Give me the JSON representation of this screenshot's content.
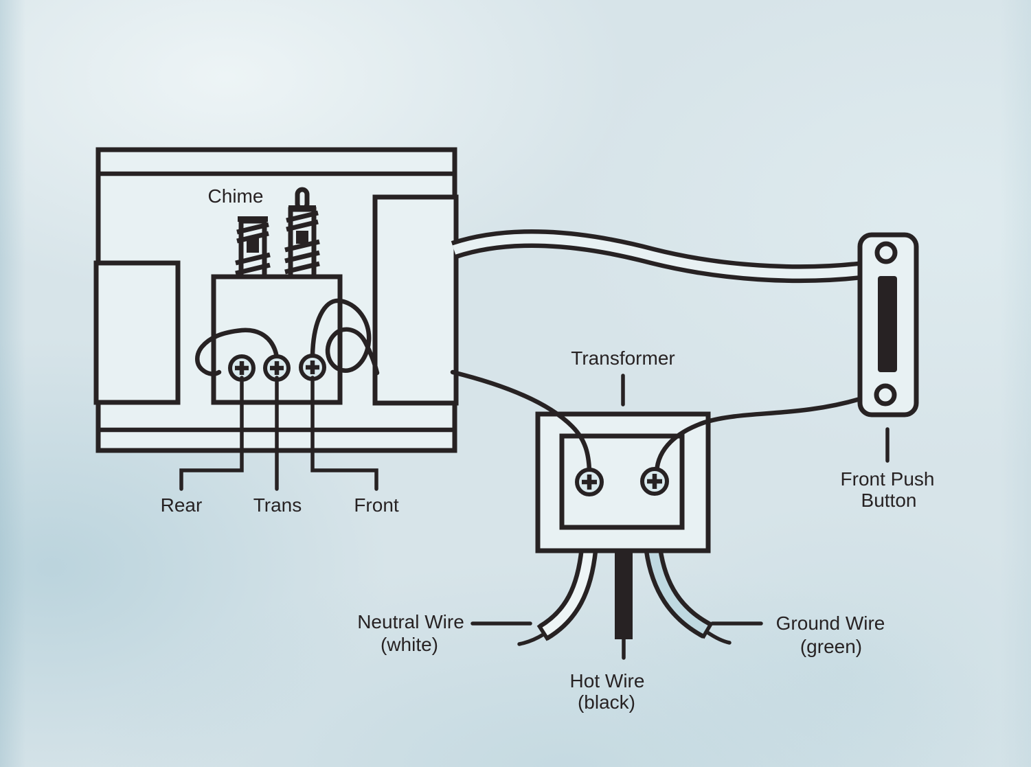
{
  "chime": {
    "title": "Chime",
    "terminal_rear": "Rear",
    "terminal_trans": "Trans",
    "terminal_front": "Front"
  },
  "transformer": {
    "title": "Transformer"
  },
  "push_button": {
    "line1": "Front Push",
    "line2": "Button"
  },
  "wires": {
    "neutral": {
      "line1": "Neutral Wire",
      "line2": "(white)"
    },
    "hot": {
      "line1": "Hot Wire",
      "line2": "(black)"
    },
    "ground": {
      "line1": "Ground Wire",
      "line2": "(green)"
    }
  },
  "colors": {
    "ink": "#272223",
    "background": "#d7e4e9",
    "panel_fill": "#e8f1f3",
    "screw_fill": "#d9e9ed",
    "neutral_wire_fill": "#eef5f6",
    "ground_wire_fill": "#bfd9e1",
    "hot_wire_fill": "#272223"
  }
}
